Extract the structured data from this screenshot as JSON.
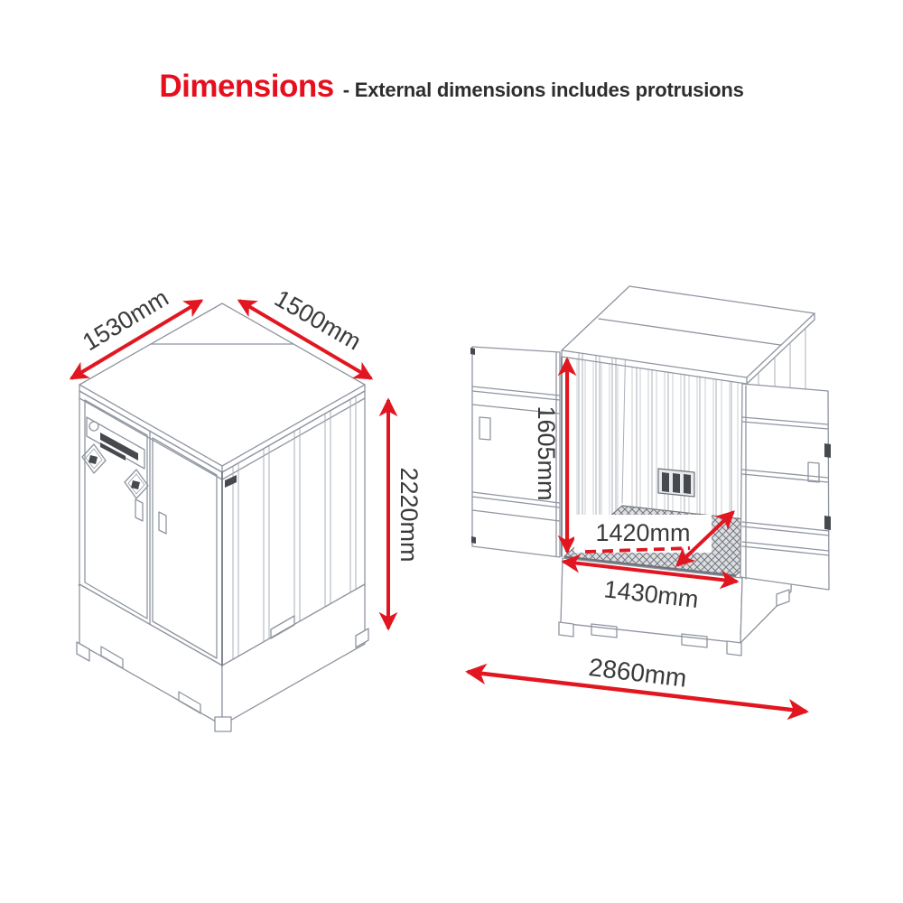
{
  "title": {
    "heading": "Dimensions",
    "subtitle": "- External dimensions includes protrusions"
  },
  "colors": {
    "accent_red": "#e21620",
    "title_red": "#e50f1e",
    "line_gray": "#8f95a0",
    "line_dark": "#6d727b",
    "text_dark": "#3a3a3c"
  },
  "closed_view": {
    "dims": {
      "top_left_edge": "1530mm",
      "top_right_edge": "1500mm",
      "overall_height": "2220mm"
    }
  },
  "open_view": {
    "dims": {
      "door_opening_height": "1605mm",
      "internal_depth": "1420mm",
      "internal_width": "1430mm",
      "overall_width_doors_open": "2860mm"
    }
  }
}
